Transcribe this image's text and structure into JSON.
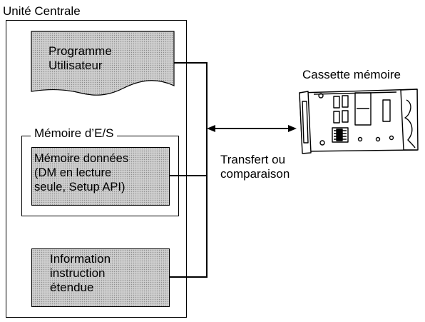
{
  "cpu": {
    "title": "Unité Centrale"
  },
  "user_program": {
    "line1": "Programme",
    "line2": "Utilisateur"
  },
  "io_memory": {
    "label": "Mémoire d’E/S",
    "data_memory": {
      "line1": "Mémoire données",
      "line2": "(DM en lecture",
      "line3": "seule, Setup API)"
    }
  },
  "extended_info": {
    "line1": "Information",
    "line2": "instruction",
    "line3": "étendue"
  },
  "cassette": {
    "label": "Cassette mémoire"
  },
  "transfer": {
    "line1": "Transfert ou",
    "line2": "comparaison"
  }
}
